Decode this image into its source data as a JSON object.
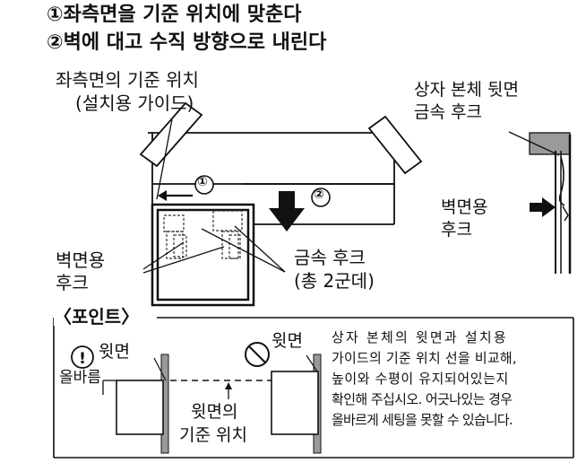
{
  "steps": {
    "step1": "①좌측면을 기준 위치에 맞춘다",
    "step2": "②벽에 대고 수직 방향으로 내린다"
  },
  "diagram": {
    "left_side_line1": "좌측면의 기준 위치",
    "left_side_line2": "(설치용 가이드)",
    "arrow1_num": "①",
    "arrow2_num": "②",
    "wall_hook_line1": "벽면용",
    "wall_hook_line2": "후크",
    "metal_hook_line1": "금속 후크",
    "metal_hook_line2": "(총 2군데)",
    "back_hook_line1": "상자 본체 뒷면",
    "back_hook_line2": "금속 후크",
    "wall_hook_r_line1": "벽면용",
    "wall_hook_r_line2": "후크"
  },
  "point": {
    "title": "〈포인트〉",
    "top_label_ok": "윗면",
    "top_label_ng": "윗면",
    "correct": "올바름",
    "ref_line1": "윗면의",
    "ref_line2": "기준 위치",
    "desc_line1": "상자 본체의 윗면과 설치용",
    "desc_line2": "가이드의 기준 위치 선을 비교해,",
    "desc_line3": "높이와 수평이 유지되어있는지",
    "desc_line4": "확인해 주십시오. 어긋나있는 경우",
    "desc_line5": "올바르게 세팅을 못할 수 있습니다."
  }
}
